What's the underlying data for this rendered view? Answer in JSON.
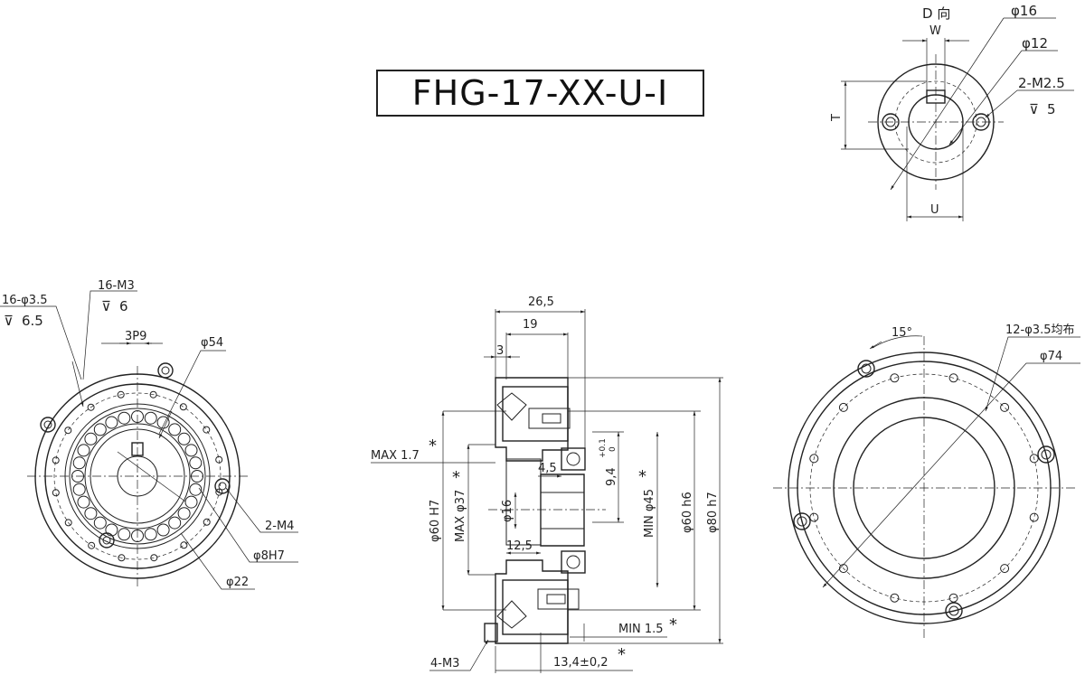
{
  "title": "FHG-17-XX-U-I",
  "d_view": {
    "label": "D 向",
    "w": "W",
    "u": "U",
    "t": "T",
    "dia_outer": "φ16",
    "dia_inner": "φ12",
    "holes": "2-M2.5",
    "hole_depth": "5"
  },
  "front_view": {
    "holes_through": "16-φ3.5",
    "holes_through_depth": "6.5",
    "holes_tapped": "16-M3",
    "holes_tapped_depth": "6",
    "key_pitch": "3P9",
    "dia_54": "φ54",
    "tap_m4": "2-M4",
    "pin": "φ8H7",
    "dia_22": "φ22"
  },
  "section_view": {
    "len_265": "26,5",
    "len_19": "19",
    "len_3": "3",
    "max17": "MAX 1.7",
    "dia60h7": "φ60 H7",
    "max37": "MAX φ37",
    "dia16": "φ16",
    "len_45": "4,5",
    "len_94": "9,4",
    "tol_94_up": "+0.1",
    "tol_94_lo": "0",
    "min45": "MIN φ45",
    "dia60h6": "φ60 h6",
    "dia80h7": "φ80 h7",
    "len_125": "12,5",
    "min15": "MIN 1.5",
    "len_134": "13,4±0,2",
    "m3": "4-M3",
    "star": "*"
  },
  "rear_view": {
    "angle": "15°",
    "holes": "12-φ3.5均布",
    "dia74": "φ74"
  }
}
